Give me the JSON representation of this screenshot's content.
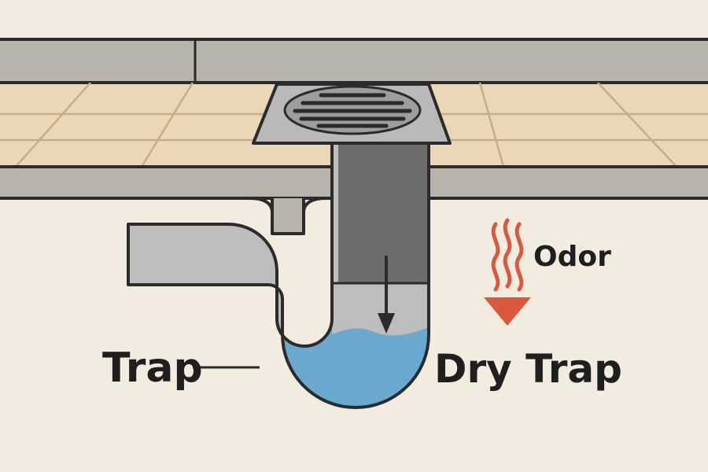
{
  "labels": {
    "trap": "Trap",
    "dry_trap": "Dry Trap",
    "odor": "Odor"
  },
  "colors": {
    "background": "#f2ebe0",
    "concrete": "#b8b3ab",
    "tile": "#ead7b8",
    "pipe": "#bdbdbd",
    "dark_pipe": "#6c6c6c",
    "water": "#6aa9cf",
    "odor": "#d9583e",
    "outline": "#2b2b2b"
  },
  "icons": [
    "floor-drain-grate-icon",
    "flow-down-arrow-icon",
    "odor-wave-icon",
    "odor-down-arrow-icon"
  ]
}
